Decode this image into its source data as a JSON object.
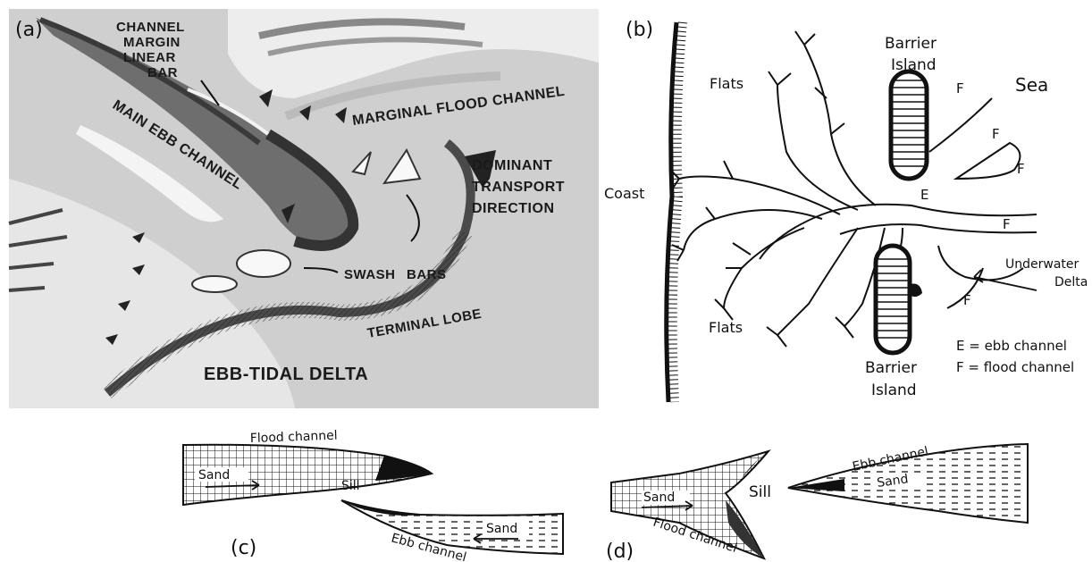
{
  "panel_a": {
    "panel_label": "(a)",
    "labels": {
      "channel_margin_1": "CHANNEL",
      "channel_margin_2": "MARGIN",
      "channel_margin_3": "LINEAR",
      "channel_margin_4": "BAR",
      "marginal_flood": "MARGINAL FLOOD CHANNEL",
      "main_ebb": "MAIN EBB CHANNEL",
      "dominant_1": "DOMINANT",
      "dominant_2": "TRANSPORT",
      "dominant_3": "DIRECTION",
      "swash": "SWASH",
      "bars": "BARS",
      "terminal_lobe": "TERMINAL LOBE",
      "title": "EBB-TIDAL DELTA"
    }
  },
  "panel_b": {
    "panel_label": "(b)",
    "labels": {
      "barrier_top_1": "Barrier",
      "barrier_top_2": "Island",
      "flats_top": "Flats",
      "sea": "Sea",
      "coast": "Coast",
      "e_label": "E",
      "f_labels": [
        "F",
        "F",
        "F",
        "F",
        "F"
      ],
      "underwater_1": "Underwater",
      "underwater_2": "Delta",
      "flats_bottom": "Flats",
      "barrier_bottom_1": "Barrier",
      "barrier_bottom_2": "Island",
      "legend_e": "E = ebb channel",
      "legend_f": "F = flood channel"
    }
  },
  "panel_c": {
    "panel_label": "(c)",
    "labels": {
      "flood_channel": "Flood channel",
      "sand_top": "Sand",
      "sill": "Sill",
      "sand_bottom": "Sand",
      "ebb_channel": "Ebb channel"
    }
  },
  "panel_d": {
    "panel_label": "(d)",
    "labels": {
      "sand_left": "Sand",
      "sill": "Sill",
      "flood_channel": "Flood channel",
      "ebb_channel": "Ebb channel",
      "sand_right": "Sand"
    }
  }
}
